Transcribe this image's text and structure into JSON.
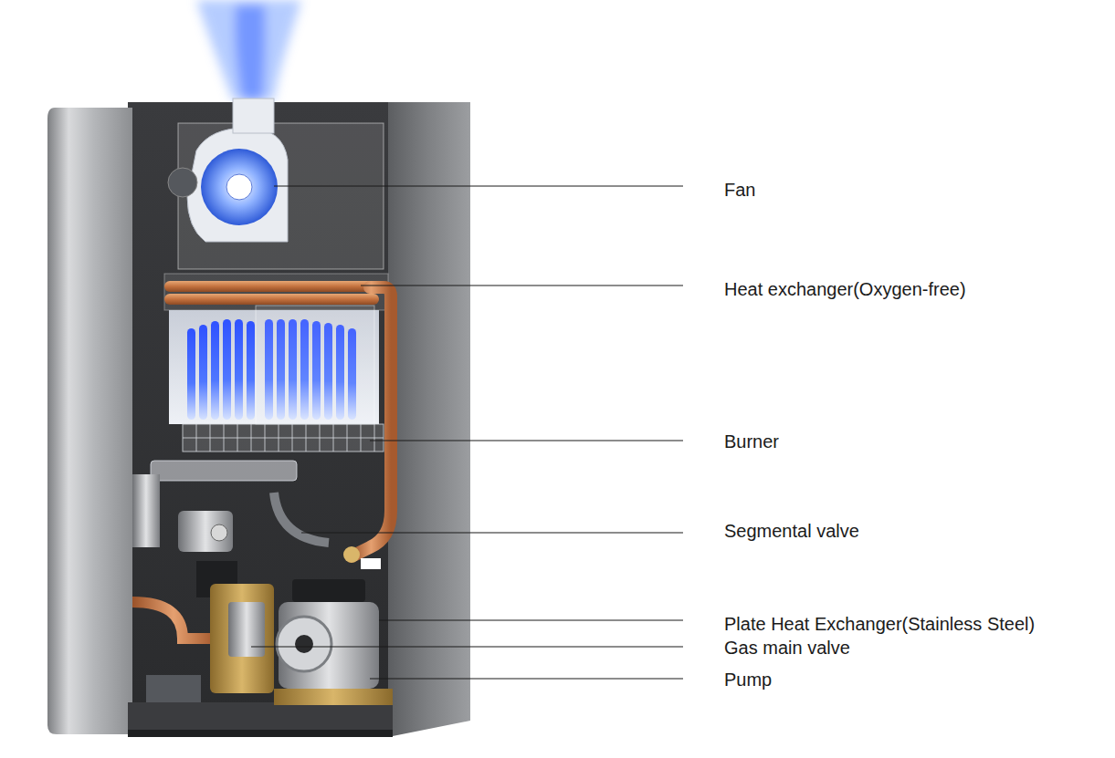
{
  "diagram": {
    "labels": [
      "Fan",
      "Heat exchanger(Oxygen-free)",
      "Burner",
      "Segmental valve",
      "Plate Heat Exchanger(Stainless Steel)",
      "Gas main valve",
      "Pump"
    ]
  }
}
